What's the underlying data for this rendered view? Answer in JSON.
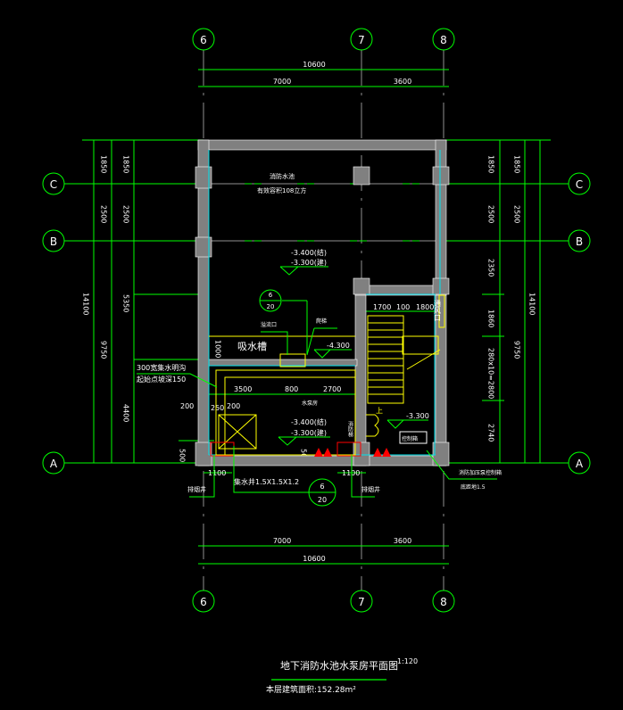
{
  "axes": {
    "v": [
      "6",
      "7",
      "8"
    ],
    "h": [
      "C",
      "B",
      "A"
    ]
  },
  "dims": {
    "top_total": "10600",
    "top_a": "7000",
    "top_b": "3600",
    "bottom_a": "7000",
    "bottom_b": "3600",
    "bottom_total": "10600",
    "left_outer": "14100",
    "left_mid": [
      "1850",
      "2500",
      "9750"
    ],
    "left_inner": [
      "1850",
      "2500",
      "5350",
      "4400"
    ],
    "right_inner": [
      "1850",
      "2500",
      "2350",
      "1860",
      "280x10=2800",
      "2740"
    ],
    "right_mid": [
      "1850",
      "2500",
      "9750"
    ],
    "right_outer": "14100",
    "stair": [
      "1700",
      "100",
      "1800"
    ],
    "pit": [
      "3500",
      "800",
      "2700"
    ],
    "small": [
      "200",
      "250",
      "200"
    ],
    "d1000": "1000",
    "d500a": "500",
    "d500b": "500",
    "d1100a": "1100",
    "d1100b": "1100"
  },
  "labels": {
    "tank": "消防水池",
    "tank_volume": "有效容积108立方",
    "level1a": "-3.400(结)",
    "level1b": "-3.300(建)",
    "level2a": "-3.400(结)",
    "level2b": "-3.300(建)",
    "level3": "-4.300",
    "level4": "-3.300",
    "suction": "吸水槽",
    "overflow": "溢流口",
    "ladder": "爬梯",
    "trench1": "300宽集水明沟",
    "trench2": "起始点坡深150",
    "pump_room": "水泵房",
    "sump": "集水井1.5X1.5X1.2",
    "shaft_l": "排烟井",
    "shaft_r": "排烟井",
    "control": "控制箱",
    "fire_ext": "消防加压泵控制箱",
    "fire_ext2": "底距地1.5",
    "up": "上",
    "vent": "通风口",
    "stair_note": "消防梯",
    "detail_num": "6",
    "detail_sheet": "20",
    "detail2_num": "6",
    "detail2_sheet": "20"
  },
  "title": {
    "main": "地下消防水池水泵房平面图",
    "scale": "1:120",
    "area": "本层建筑面积:152.28m²"
  },
  "colors": {
    "line": "#00ff00",
    "wall": "#808080",
    "cyan": "#00e5ee",
    "stair": "#ffff00",
    "equipment": "#ff0000"
  }
}
